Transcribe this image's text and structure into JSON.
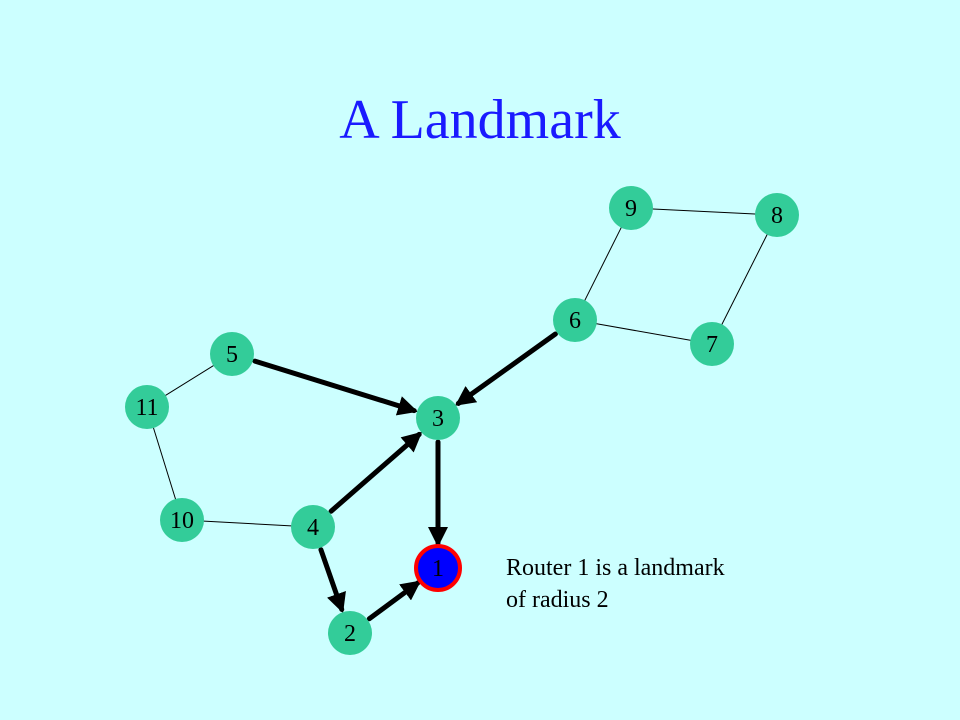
{
  "slide": {
    "title": "A Landmark",
    "caption": {
      "line1": "Router 1 is a landmark",
      "line2": "of radius 2"
    }
  },
  "colors": {
    "background": "#ccffff",
    "title": "#1a1aff",
    "node_fill": "#33cc99",
    "landmark_fill": "#0000ff",
    "landmark_stroke": "#ff0000",
    "edge": "#000000"
  },
  "graph": {
    "nodes": [
      {
        "id": "1",
        "label": "1",
        "landmark": true
      },
      {
        "id": "2",
        "label": "2"
      },
      {
        "id": "3",
        "label": "3"
      },
      {
        "id": "4",
        "label": "4"
      },
      {
        "id": "5",
        "label": "5"
      },
      {
        "id": "6",
        "label": "6"
      },
      {
        "id": "7",
        "label": "7"
      },
      {
        "id": "8",
        "label": "8"
      },
      {
        "id": "9",
        "label": "9"
      },
      {
        "id": "10",
        "label": "10"
      },
      {
        "id": "11",
        "label": "11"
      }
    ],
    "edges": [
      {
        "from": "11",
        "to": "5",
        "directed": false
      },
      {
        "from": "11",
        "to": "10",
        "directed": false
      },
      {
        "from": "10",
        "to": "4",
        "directed": false
      },
      {
        "from": "9",
        "to": "6",
        "directed": false
      },
      {
        "from": "9",
        "to": "8",
        "directed": false
      },
      {
        "from": "8",
        "to": "7",
        "directed": false
      },
      {
        "from": "6",
        "to": "7",
        "directed": false
      },
      {
        "from": "5",
        "to": "3",
        "directed": true
      },
      {
        "from": "6",
        "to": "3",
        "directed": true
      },
      {
        "from": "4",
        "to": "3",
        "directed": true
      },
      {
        "from": "3",
        "to": "1",
        "directed": true
      },
      {
        "from": "4",
        "to": "2",
        "directed": true
      },
      {
        "from": "2",
        "to": "1",
        "directed": true
      }
    ]
  }
}
